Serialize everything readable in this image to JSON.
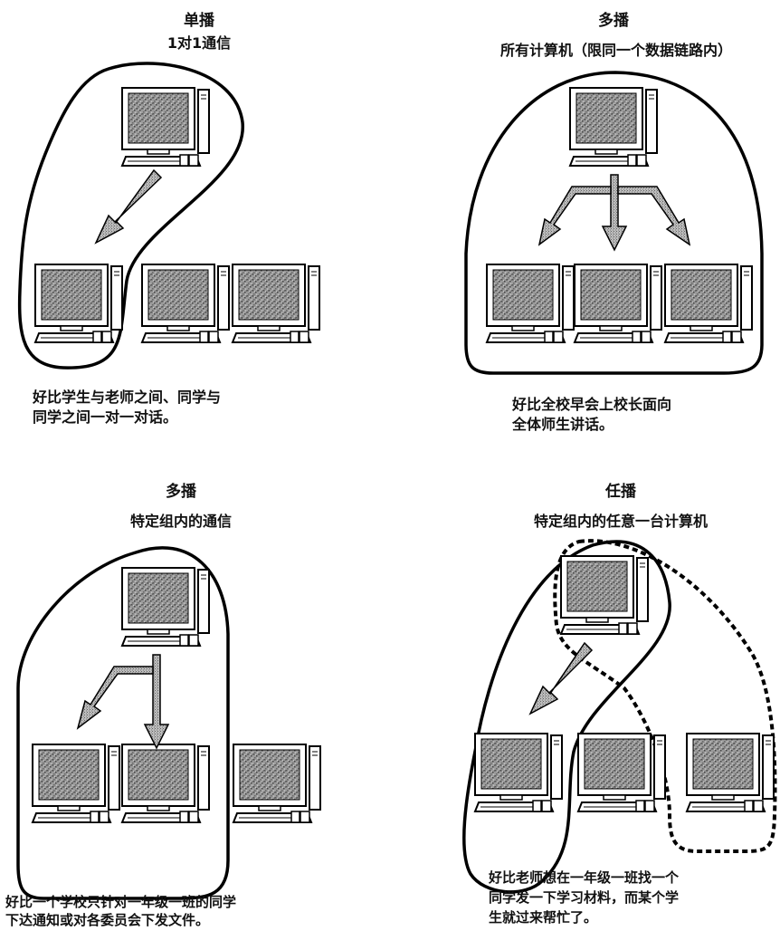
{
  "panels": {
    "unicast": {
      "title": "单播",
      "subtitle": "1对1通信",
      "caption": [
        "好比学生与老师之间、同学与",
        "同学之间一对一对话。"
      ]
    },
    "broadcast": {
      "title": "多播",
      "subtitle": "所有计算机（限同一个数据链路内）",
      "caption": [
        "好比全校早会上校长面向",
        "全体师生讲话。"
      ]
    },
    "multicast": {
      "title": "多播",
      "subtitle": "特定组内的通信",
      "caption": [
        "好比一个学校只针对一年级一班的同学",
        "下达通知或对各委员会下发文件。"
      ]
    },
    "anycast": {
      "title": "任播",
      "subtitle": "特定组内的任意一台计算机",
      "caption": [
        "好比老师想在一年级一班找一个",
        "同学发一下学习材料，而某个学",
        "生就过来帮忙了。"
      ]
    }
  }
}
